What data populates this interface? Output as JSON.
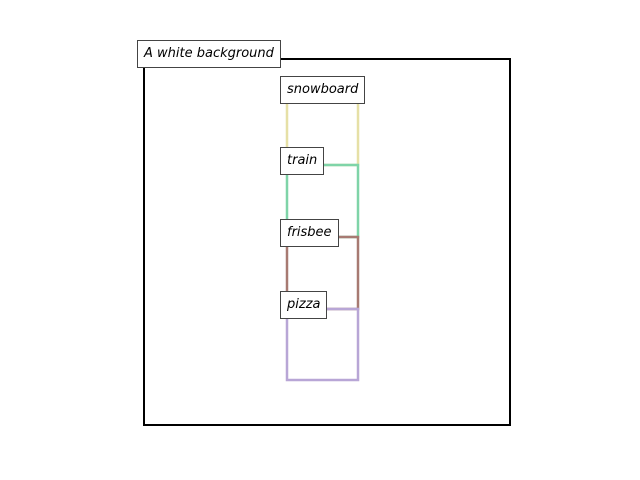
{
  "background": {
    "caption": "A white background",
    "frame_color": "#000000"
  },
  "boxes": [
    {
      "label": "snowboard",
      "color": "#e6e0a6"
    },
    {
      "label": "train",
      "color": "#7fd4a8"
    },
    {
      "label": "frisbee",
      "color": "#a77a72"
    },
    {
      "label": "pizza",
      "color": "#b8a6d6"
    }
  ]
}
